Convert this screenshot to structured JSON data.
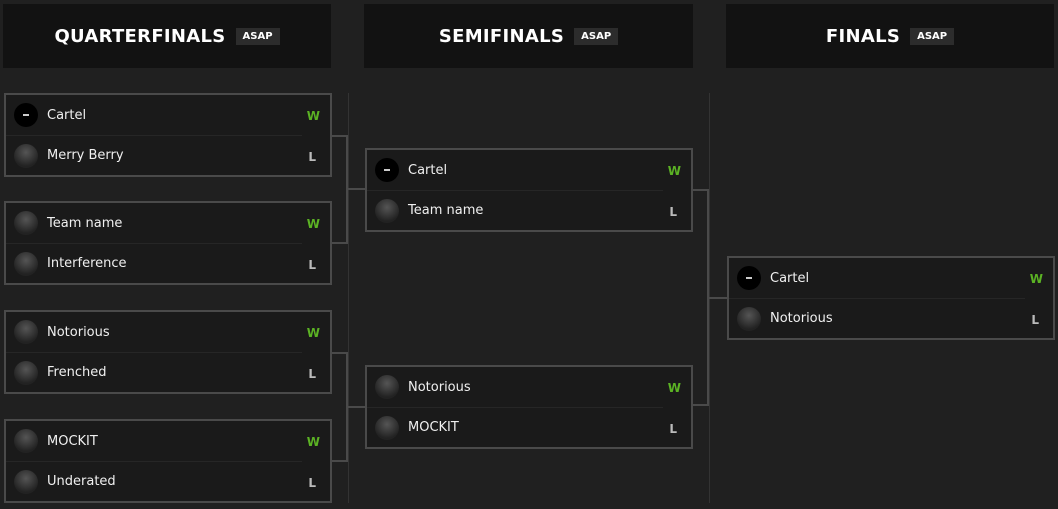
{
  "rounds": [
    {
      "title": "QUARTERFINALS",
      "badge": "ASAP"
    },
    {
      "title": "SEMIFINALS",
      "badge": "ASAP"
    },
    {
      "title": "FINALS",
      "badge": "ASAP"
    }
  ],
  "quarterfinals": [
    {
      "teams": [
        {
          "name": "Cartel",
          "result": "W",
          "logo": true
        },
        {
          "name": "Merry Berry",
          "result": "L"
        }
      ]
    },
    {
      "teams": [
        {
          "name": "Team name",
          "result": "W"
        },
        {
          "name": "Interference",
          "result": "L"
        }
      ]
    },
    {
      "teams": [
        {
          "name": "Notorious",
          "result": "W"
        },
        {
          "name": "Frenched",
          "result": "L"
        }
      ]
    },
    {
      "teams": [
        {
          "name": "MOCKIT",
          "result": "W"
        },
        {
          "name": "Underated",
          "result": "L"
        }
      ]
    }
  ],
  "semifinals": [
    {
      "teams": [
        {
          "name": "Cartel",
          "result": "W",
          "logo": true
        },
        {
          "name": "Team name",
          "result": "L"
        }
      ]
    },
    {
      "teams": [
        {
          "name": "Notorious",
          "result": "W"
        },
        {
          "name": "MOCKIT",
          "result": "L"
        }
      ]
    }
  ],
  "finals": [
    {
      "teams": [
        {
          "name": "Cartel",
          "result": "W",
          "logo": true
        },
        {
          "name": "Notorious",
          "result": "L"
        }
      ]
    }
  ],
  "colors": {
    "win": "#5bb224",
    "loss": "#bbbbbb",
    "background": "#202020"
  }
}
